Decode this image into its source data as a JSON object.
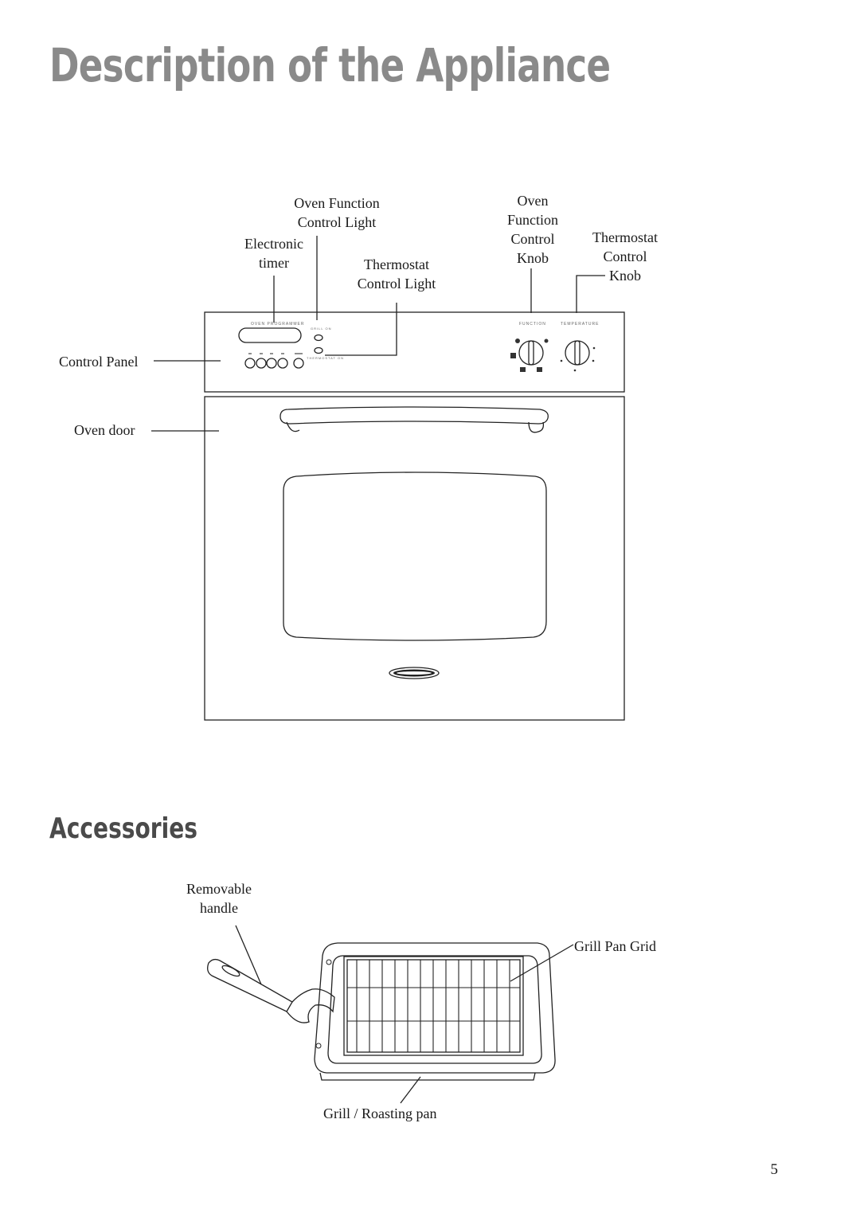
{
  "page": {
    "title": "Description of the Appliance",
    "subtitle": "Accessories",
    "page_number": "5"
  },
  "appliance_labels": {
    "oven_function_control_light": [
      "Oven Function",
      "Control Light"
    ],
    "electronic_timer": [
      "Electronic",
      "timer"
    ],
    "thermostat_control_light": [
      "Thermostat",
      "Control Light"
    ],
    "oven_function_control_knob": [
      "Oven",
      "Function",
      "Control",
      "Knob"
    ],
    "thermostat_control_knob": [
      "Thermostat",
      "Control",
      "Knob"
    ],
    "control_panel": "Control Panel",
    "oven_door": "Oven door"
  },
  "panel_markings": {
    "programmer": "OVEN PROGRAMMER",
    "grill_on": "GRILL ON",
    "thermostat_on": "THERMOSTAT ON",
    "function": "FUNCTION",
    "temperature": "TEMPERATURE"
  },
  "accessory_labels": {
    "removable_handle": [
      "Removable",
      "handle"
    ],
    "grill_pan_grid": "Grill Pan Grid",
    "grill_roasting_pan": "Grill / Roasting pan"
  },
  "icons": {
    "door_badge": "brand-badge-icon"
  }
}
